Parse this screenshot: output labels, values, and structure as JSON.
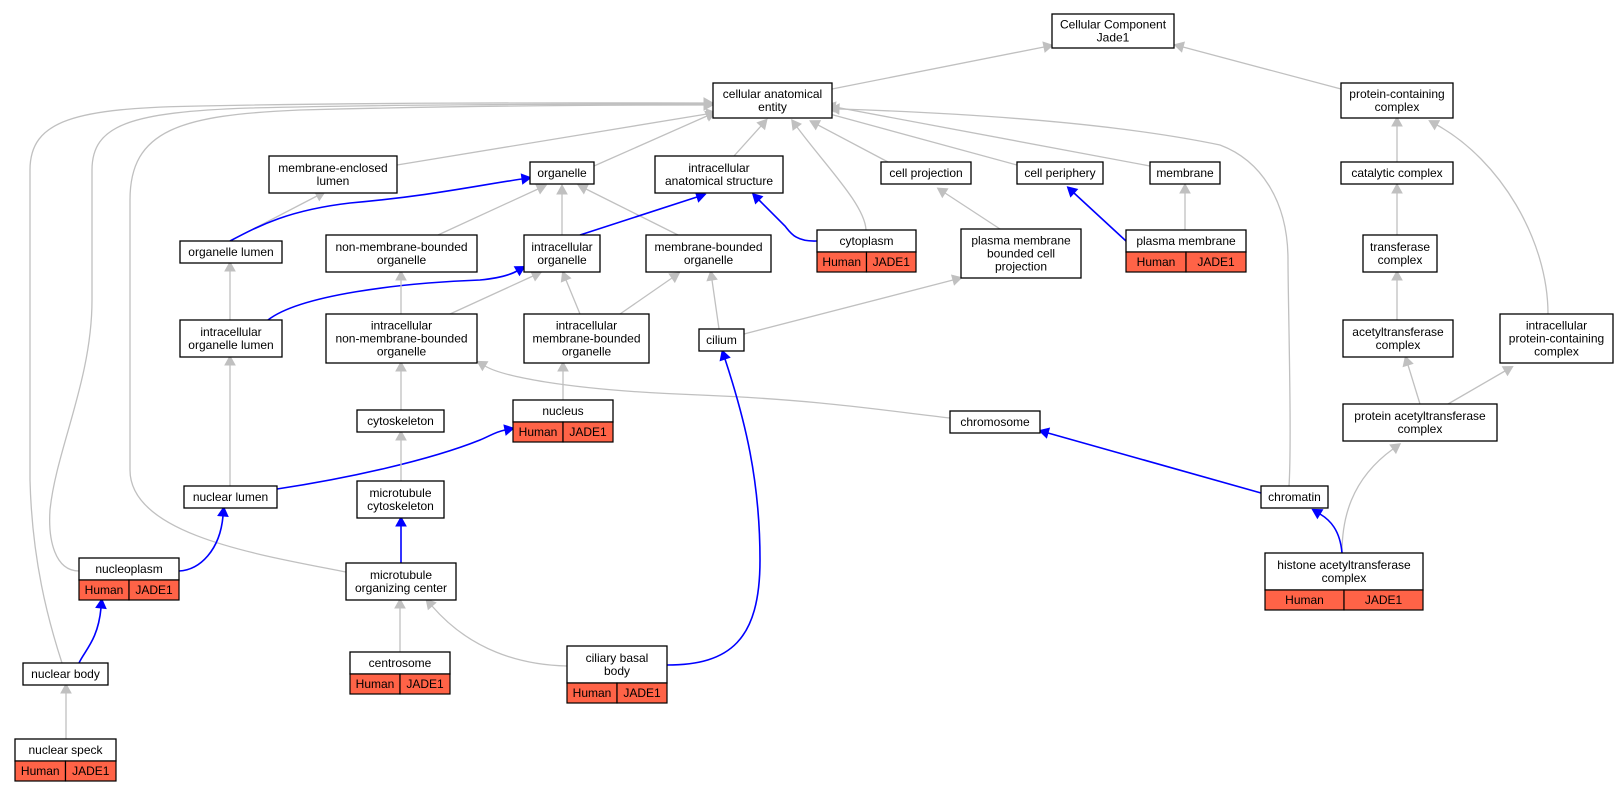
{
  "colors": {
    "edge": "#c0c0c0",
    "highlight_edge": "#0000ff",
    "annotation_fill": "#ff6347",
    "node_fill": "#ffffff",
    "node_border": "#000000"
  },
  "nodes": {
    "root": [
      "Cellular Component",
      "Jade1"
    ],
    "cae": [
      "cellular anatomical",
      "entity"
    ],
    "pcc": [
      "protein-containing",
      "complex"
    ],
    "mel": [
      "membrane-enclosed",
      "lumen"
    ],
    "org": [
      "organelle"
    ],
    "ias": [
      "intracellular",
      "anatomical structure"
    ],
    "cellproj": [
      "cell projection"
    ],
    "cellper": [
      "cell periphery"
    ],
    "membrane": [
      "membrane"
    ],
    "catcomp": [
      "catalytic complex"
    ],
    "orglumen": [
      "organelle lumen"
    ],
    "nmbo": [
      "non-membrane-bounded",
      "organelle"
    ],
    "iorg": [
      "intracellular",
      "organelle"
    ],
    "mbo": [
      "membrane-bounded",
      "organelle"
    ],
    "cytoplasm": [
      "cytoplasm"
    ],
    "pmbcp": [
      "plasma membrane",
      "bounded cell",
      "projection"
    ],
    "pm": [
      "plasma membrane"
    ],
    "transcomp": [
      "transferase",
      "complex"
    ],
    "iol": [
      "intracellular",
      "organelle lumen"
    ],
    "inmbo": [
      "intracellular",
      "non-membrane-bounded",
      "organelle"
    ],
    "imbo": [
      "intracellular",
      "membrane-bounded",
      "organelle"
    ],
    "cilium": [
      "cilium"
    ],
    "actcomp": [
      "acetyltransferase",
      "complex"
    ],
    "ipcc": [
      "intracellular",
      "protein-containing",
      "complex"
    ],
    "nucleus": [
      "nucleus"
    ],
    "cytoskel": [
      "cytoskeleton"
    ],
    "chromosome": [
      "chromosome"
    ],
    "pactcomp": [
      "protein acetyltransferase",
      "complex"
    ],
    "nuclumen": [
      "nuclear lumen"
    ],
    "mtcyto": [
      "microtubule",
      "cytoskeleton"
    ],
    "chromatin": [
      "chromatin"
    ],
    "nucleoplasm": [
      "nucleoplasm"
    ],
    "mtoc": [
      "microtubule",
      "organizing center"
    ],
    "hatcomp": [
      "histone acetyltransferase",
      "complex"
    ],
    "nucbody": [
      "nuclear body"
    ],
    "centrosome": [
      "centrosome"
    ],
    "cbb": [
      "ciliary basal",
      "body"
    ],
    "nucspeck": [
      "nuclear speck"
    ]
  },
  "annotations": {
    "cytoplasm": [
      "Human",
      "JADE1"
    ],
    "pm": [
      "Human",
      "JADE1"
    ],
    "nucleus": [
      "Human",
      "JADE1"
    ],
    "nucleoplasm": [
      "Human",
      "JADE1"
    ],
    "hatcomp": [
      "Human",
      "JADE1"
    ],
    "centrosome": [
      "Human",
      "JADE1"
    ],
    "cbb": [
      "Human",
      "JADE1"
    ],
    "nucspeck": [
      "Human",
      "JADE1"
    ]
  },
  "edges": [
    {
      "from": "cae",
      "to": "root",
      "highlight": false
    },
    {
      "from": "pcc",
      "to": "root",
      "highlight": false
    },
    {
      "from": "mel",
      "to": "cae",
      "highlight": false
    },
    {
      "from": "org",
      "to": "cae",
      "highlight": false
    },
    {
      "from": "ias",
      "to": "cae",
      "highlight": false
    },
    {
      "from": "cellproj",
      "to": "cae",
      "highlight": false
    },
    {
      "from": "cellper",
      "to": "cae",
      "highlight": false
    },
    {
      "from": "membrane",
      "to": "cae",
      "highlight": false
    },
    {
      "from": "cytoplasm",
      "to": "cae",
      "highlight": false
    },
    {
      "from": "chromatin",
      "to": "cae",
      "highlight": false
    },
    {
      "from": "mtoc",
      "to": "cae",
      "highlight": false
    },
    {
      "from": "nucleoplasm",
      "to": "cae",
      "highlight": false
    },
    {
      "from": "nucbody",
      "to": "cae",
      "highlight": false
    },
    {
      "from": "catcomp",
      "to": "pcc",
      "highlight": false
    },
    {
      "from": "ipcc",
      "to": "pcc",
      "highlight": false
    },
    {
      "from": "orglumen",
      "to": "mel",
      "highlight": false
    },
    {
      "from": "orglumen",
      "to": "org",
      "highlight": true
    },
    {
      "from": "nmbo",
      "to": "org",
      "highlight": false
    },
    {
      "from": "iorg",
      "to": "org",
      "highlight": false
    },
    {
      "from": "mbo",
      "to": "org",
      "highlight": false
    },
    {
      "from": "iorg",
      "to": "ias",
      "highlight": true
    },
    {
      "from": "cytoplasm",
      "to": "ias",
      "highlight": true
    },
    {
      "from": "pmbcp",
      "to": "cellproj",
      "highlight": false
    },
    {
      "from": "pm",
      "to": "cellper",
      "highlight": true
    },
    {
      "from": "pm",
      "to": "membrane",
      "highlight": false
    },
    {
      "from": "transcomp",
      "to": "catcomp",
      "highlight": false
    },
    {
      "from": "iol",
      "to": "orglumen",
      "highlight": false
    },
    {
      "from": "iol",
      "to": "iorg",
      "highlight": true
    },
    {
      "from": "inmbo",
      "to": "nmbo",
      "highlight": false
    },
    {
      "from": "inmbo",
      "to": "iorg",
      "highlight": false
    },
    {
      "from": "imbo",
      "to": "iorg",
      "highlight": false
    },
    {
      "from": "imbo",
      "to": "mbo",
      "highlight": false
    },
    {
      "from": "cilium",
      "to": "mbo",
      "highlight": false
    },
    {
      "from": "cilium",
      "to": "pmbcp",
      "highlight": false
    },
    {
      "from": "actcomp",
      "to": "transcomp",
      "highlight": false
    },
    {
      "from": "nucleus",
      "to": "imbo",
      "highlight": false
    },
    {
      "from": "cytoskel",
      "to": "inmbo",
      "highlight": false
    },
    {
      "from": "chromosome",
      "to": "inmbo",
      "highlight": false
    },
    {
      "from": "pactcomp",
      "to": "actcomp",
      "highlight": false
    },
    {
      "from": "pactcomp",
      "to": "ipcc",
      "highlight": false
    },
    {
      "from": "nuclumen",
      "to": "iol",
      "highlight": false
    },
    {
      "from": "nuclumen",
      "to": "nucleus",
      "highlight": true
    },
    {
      "from": "mtcyto",
      "to": "cytoskel",
      "highlight": false
    },
    {
      "from": "chromatin",
      "to": "chromosome",
      "highlight": true
    },
    {
      "from": "hatcomp",
      "to": "pactcomp",
      "highlight": false
    },
    {
      "from": "hatcomp",
      "to": "chromatin",
      "highlight": true
    },
    {
      "from": "nucleoplasm",
      "to": "nuclumen",
      "highlight": true
    },
    {
      "from": "mtoc",
      "to": "mtcyto",
      "highlight": true
    },
    {
      "from": "nucbody",
      "to": "nucleoplasm",
      "highlight": true
    },
    {
      "from": "centrosome",
      "to": "mtoc",
      "highlight": false
    },
    {
      "from": "cbb",
      "to": "mtoc",
      "highlight": false
    },
    {
      "from": "cbb",
      "to": "cilium",
      "highlight": true
    },
    {
      "from": "nucspeck",
      "to": "nucbody",
      "highlight": false
    }
  ]
}
